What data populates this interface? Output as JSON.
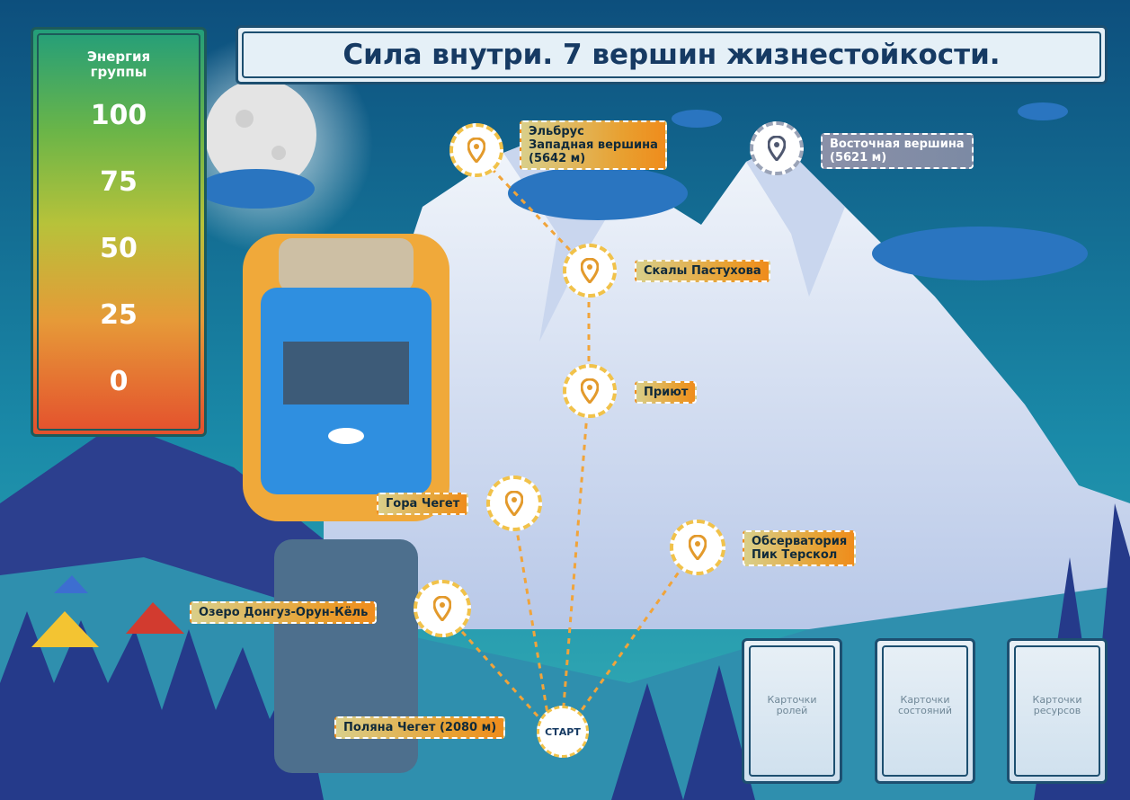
{
  "title": "Сила внутри. 7 вершин жизнестойкости.",
  "energy": {
    "title_line1": "Энергия",
    "title_line2": "группы",
    "scale": [
      "100",
      "75",
      "50",
      "25",
      "0"
    ]
  },
  "route": {
    "elbrus_west": {
      "line1": "Эльбрус",
      "line2": "Западная вершина",
      "line3": "(5642 м)"
    },
    "elbrus_east": {
      "line1": "Восточная вершина",
      "line2": "(5621 м)"
    },
    "pastukhov": "Скалы Пастухова",
    "priut": "Приют",
    "cheget": "Гора Чегет",
    "observatory": {
      "line1": "Обсерватория",
      "line2": "Пик Терскол"
    },
    "donguz": "Озеро Донгуз-Орун-Кёль",
    "polyana": "Поляна Чегет (2080 м)",
    "start": "СТАРТ"
  },
  "cards": [
    {
      "line1": "Карточки",
      "line2": "ролей"
    },
    {
      "line1": "Карточки",
      "line2": "состояний"
    },
    {
      "line1": "Карточки",
      "line2": "ресурсов"
    }
  ],
  "colors": {
    "sky": "#0f5c8a",
    "accent": "#f1c24a",
    "title": "#163a63",
    "orange": "#ef8c1c"
  }
}
